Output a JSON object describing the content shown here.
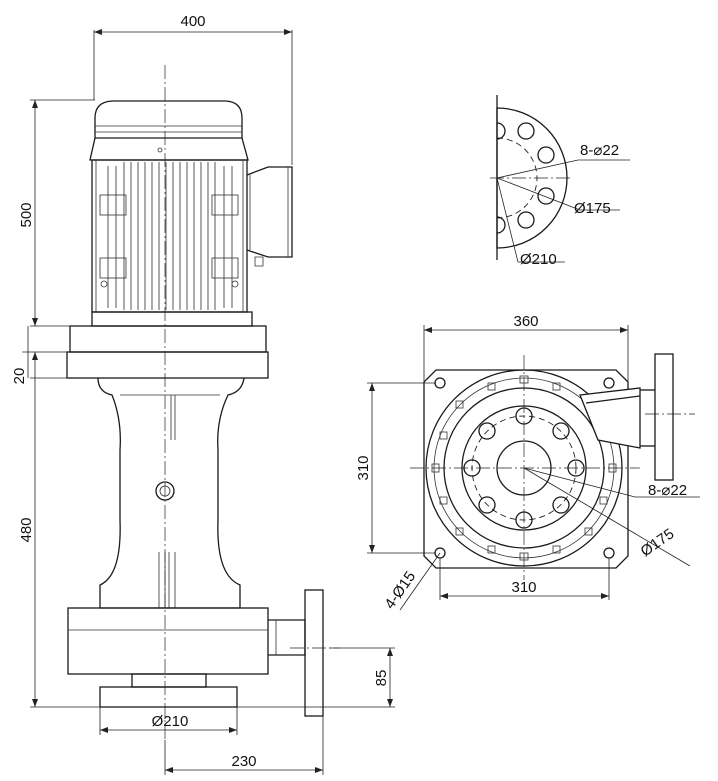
{
  "dimensions": {
    "overall_width": "400",
    "motor_height": "500",
    "flange_thickness": "20",
    "pump_height": "480",
    "base_diameter": "Ø210",
    "outlet_offset": "230",
    "outlet_height": "85",
    "top_bolt_holes": "8-⌀22",
    "top_bolt_circle": "Ø175",
    "top_flange_diameter": "Ø210",
    "plan_width": "360",
    "plan_depth": "310",
    "plan_bolt_spacing": "310",
    "plan_bolt_holes": "8-⌀22",
    "plan_bolt_circle": "Ø175",
    "mount_holes": "4-Ø15"
  }
}
